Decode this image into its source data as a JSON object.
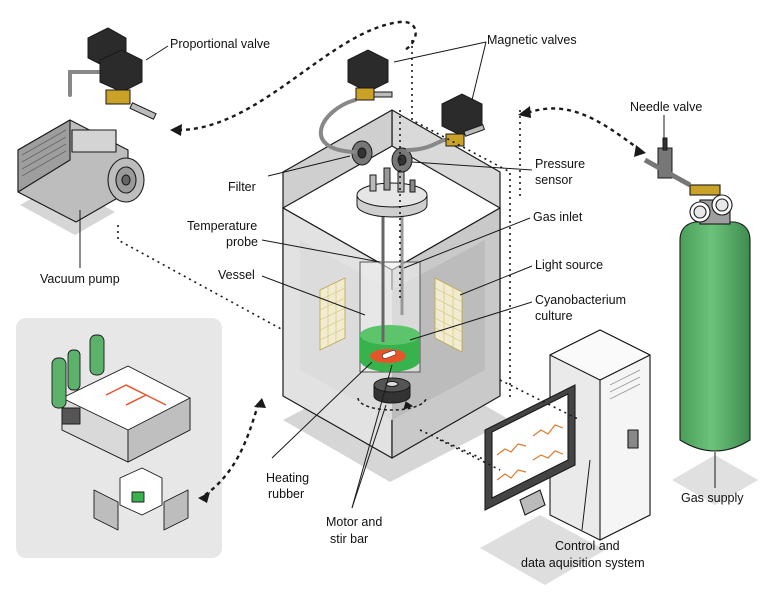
{
  "labels": {
    "proportional_valve": "Proportional valve",
    "magnetic_valves": "Magnetic valves",
    "needle_valve": "Needle valve",
    "filter": "Filter",
    "pressure_sensor_1": "Pressure",
    "pressure_sensor_2": "sensor",
    "temperature_probe_1": "Temperature",
    "temperature_probe_2": "probe",
    "gas_inlet": "Gas inlet",
    "vacuum_pump": "Vacuum pump",
    "vessel": "Vessel",
    "light_source": "Light source",
    "cyanobacterium_1": "Cyanobacterium",
    "cyanobacterium_2": "culture",
    "heating_rubber_1": "Heating",
    "heating_rubber_2": "rubber",
    "motor_stir_1": "Motor and",
    "motor_stir_2": "stir bar",
    "control_1": "Control and",
    "control_2": "data aquisition system",
    "gas_supply": "Gas supply"
  },
  "colors": {
    "outline": "#1a1a1a",
    "valve_dark": "#2b2b2b",
    "brass": "#c9a227",
    "pump_gray": "#bdbdbd",
    "gas_green": "#5cb26b",
    "culture_green": "#37b24d",
    "heater_orange": "#e8542a",
    "light_panel": "#f1eccf",
    "screen_plot": "#e0782c",
    "shadow": "#d6d6d6",
    "inset_bg": "#e7e7e7"
  }
}
